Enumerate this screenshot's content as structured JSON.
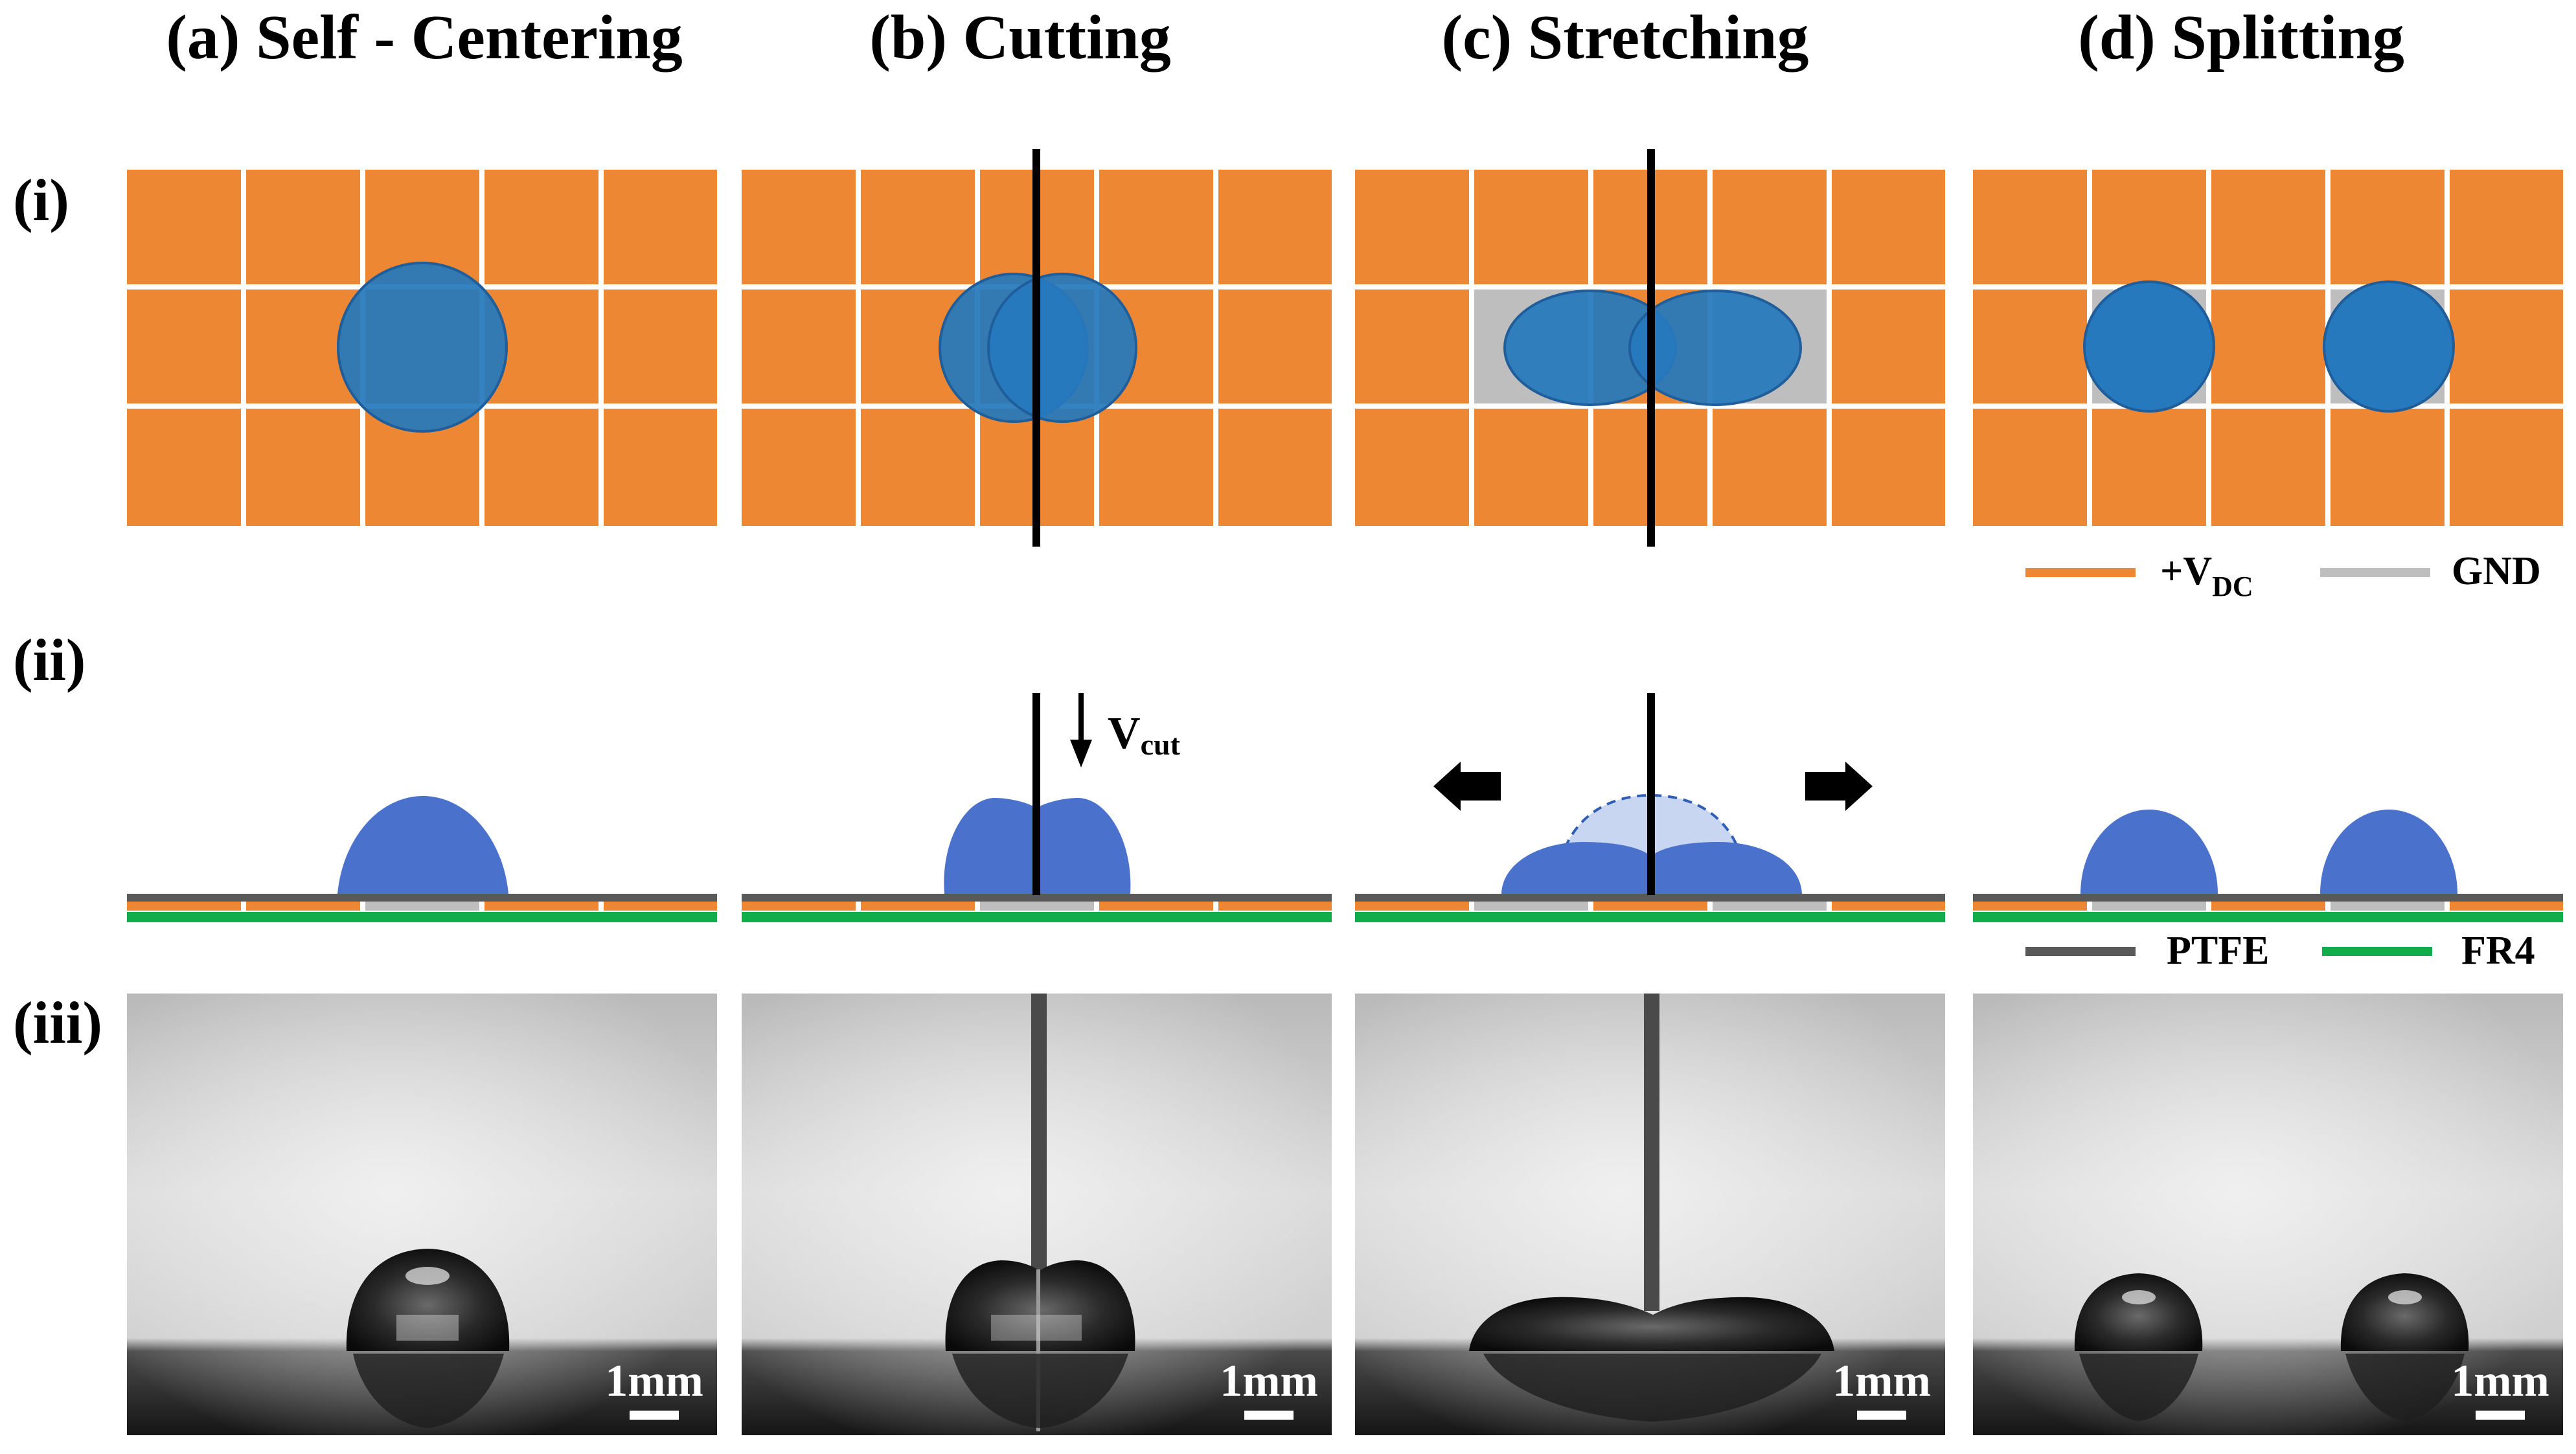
{
  "columns": [
    {
      "label": "(a) Self - Centering"
    },
    {
      "label": "(b) Cutting"
    },
    {
      "label": "(c) Stretching"
    },
    {
      "label": "(d) Splitting"
    }
  ],
  "rows": [
    {
      "label": "(i)"
    },
    {
      "label": "(ii)"
    },
    {
      "label": "(iii)"
    }
  ],
  "legend_electrodes": {
    "vdc_prefix": "+V",
    "vdc_subscript": "DC",
    "gnd": "GND"
  },
  "legend_layers": {
    "ptfe": "PTFE",
    "fr4": "FR4"
  },
  "cut_label": {
    "main": "V",
    "subscript": "cut"
  },
  "scale_bar": "1mm",
  "colors": {
    "electrode_vdc": "#ED8733",
    "electrode_gnd": "#BEBEBE",
    "droplet_top": "#2679BC",
    "droplet_side": "#4A72CC",
    "ptfe": "#595959",
    "fr4": "#12AD4B",
    "blade": "#000000"
  }
}
